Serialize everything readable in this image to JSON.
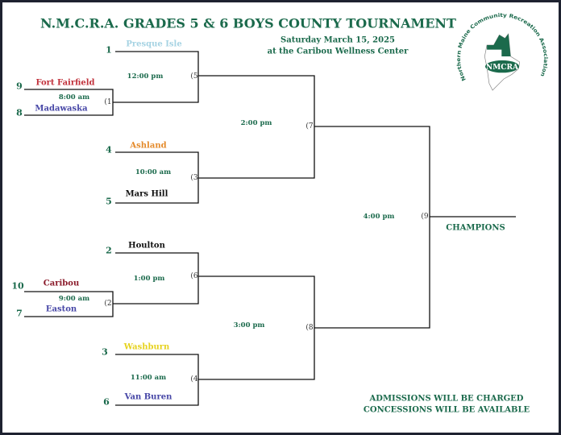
{
  "title": "N.M.C.R.A. GRADES 5 & 6 BOYS COUNTY TOURNAMENT",
  "date": "Saturday March 15, 2025",
  "venue": "at the Caribou Wellness Center",
  "logo": {
    "arc_text": "Northern Maine Community Recreation Association",
    "badge": "NMCRA",
    "color": "#1b6a4c"
  },
  "teams": [
    {
      "seed": "1",
      "name": "Presque Isle",
      "color": "#a6d3e3"
    },
    {
      "seed": "9",
      "name": "Fort Fairfield",
      "color": "#c0303a"
    },
    {
      "seed": "8",
      "name": "Madawaska",
      "color": "#4646a6"
    },
    {
      "seed": "4",
      "name": "Ashland",
      "color": "#e48a2a"
    },
    {
      "seed": "5",
      "name": "Mars Hill",
      "color": "#111111"
    },
    {
      "seed": "2",
      "name": "Houlton",
      "color": "#111111"
    },
    {
      "seed": "10",
      "name": "Caribou",
      "color": "#8a1a2a"
    },
    {
      "seed": "7",
      "name": "Easton",
      "color": "#4646a6"
    },
    {
      "seed": "3",
      "name": "Washburn",
      "color": "#e6d21e"
    },
    {
      "seed": "6",
      "name": "Van Buren",
      "color": "#4646a6"
    }
  ],
  "games": [
    {
      "label": "(1",
      "time": "8:00 am"
    },
    {
      "label": "(2",
      "time": "9:00 am"
    },
    {
      "label": "(3",
      "time": "10:00 am"
    },
    {
      "label": "(4",
      "time": "11:00 am"
    },
    {
      "label": "(5",
      "time": "12:00 pm"
    },
    {
      "label": "(6",
      "time": "1:00 pm"
    },
    {
      "label": "(7",
      "time": "2:00 pm"
    },
    {
      "label": "(8",
      "time": "3:00 pm"
    },
    {
      "label": "(9",
      "time": "4:00 pm"
    }
  ],
  "champions": "CHAMPIONS",
  "notes": [
    "ADMISSIONS WILL BE CHARGED",
    "CONCESSIONS WILL BE AVAILABLE"
  ]
}
